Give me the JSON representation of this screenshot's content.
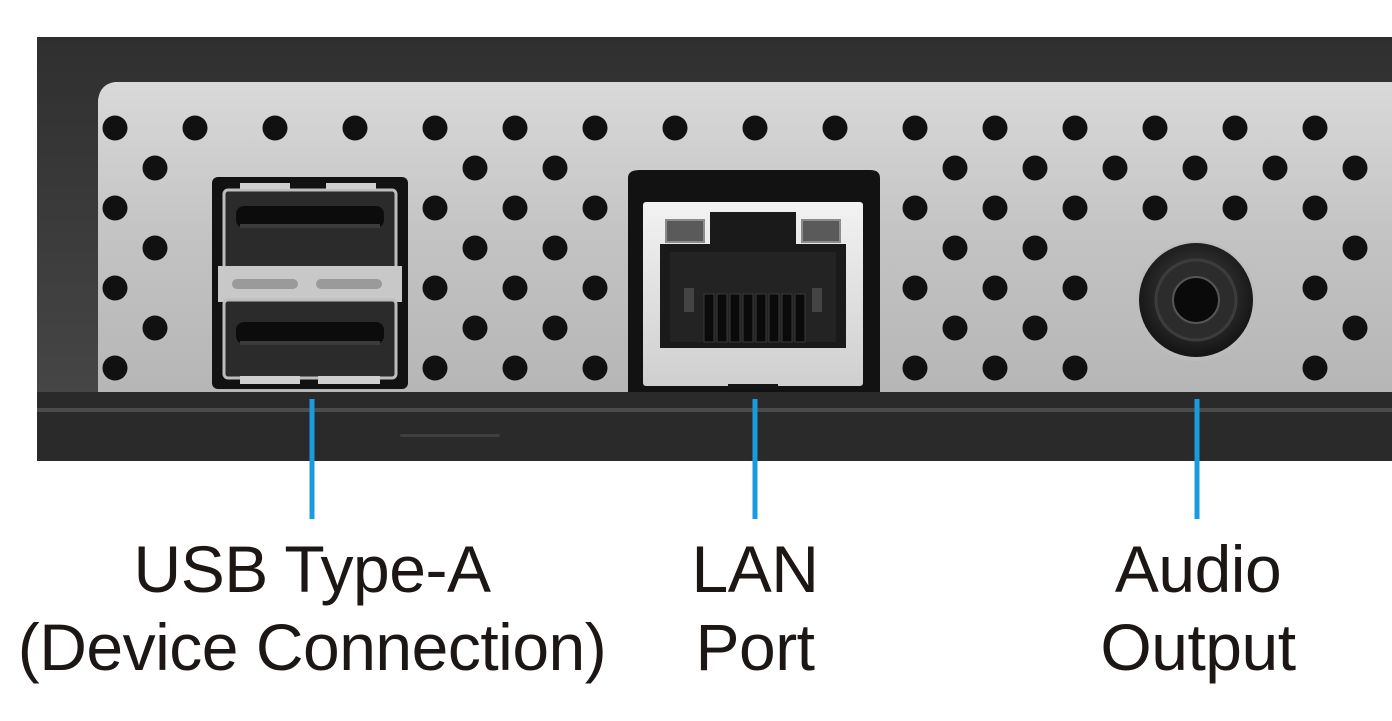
{
  "callouts": [
    {
      "id": "usb",
      "lines": [
        "USB Type-A",
        "(Device Connection)"
      ]
    },
    {
      "id": "lan",
      "lines": [
        "LAN",
        "Port"
      ]
    },
    {
      "id": "audio",
      "lines": [
        "Audio",
        "Output"
      ]
    }
  ],
  "colors": {
    "background": "#ffffff",
    "housing": "#3b3b3b",
    "panel": "#c4c4c4",
    "perforation": "#111111",
    "leader_line": "#1a9be0",
    "label_text": "#1c1714",
    "port_metal": "#d8d8d8",
    "port_dark": "#1e1e1e"
  },
  "icons": {
    "usb": "usb-type-a-dual-port-icon",
    "lan": "rj45-lan-port-icon",
    "audio": "audio-jack-3-5mm-icon"
  }
}
